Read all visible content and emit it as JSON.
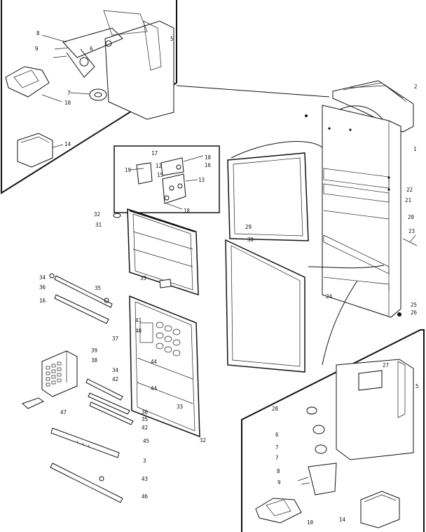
{
  "callouts": [
    {
      "id": "c8_top",
      "text": "8"
    },
    {
      "id": "c9_top",
      "text": "9"
    },
    {
      "id": "c6_top",
      "text": "6"
    },
    {
      "id": "c5_top",
      "text": "5"
    },
    {
      "id": "c7_top",
      "text": "7"
    },
    {
      "id": "c10_top",
      "text": "10"
    },
    {
      "id": "c14_top",
      "text": "14"
    },
    {
      "id": "c2",
      "text": "2"
    },
    {
      "id": "c1",
      "text": "1"
    },
    {
      "id": "c22",
      "text": "22"
    },
    {
      "id": "c21",
      "text": "21"
    },
    {
      "id": "c20",
      "text": "20"
    },
    {
      "id": "c23",
      "text": "23"
    },
    {
      "id": "c24",
      "text": "24"
    },
    {
      "id": "c25",
      "text": "25"
    },
    {
      "id": "c26",
      "text": "26"
    },
    {
      "id": "c17",
      "text": "17"
    },
    {
      "id": "c12",
      "text": "12"
    },
    {
      "id": "c18",
      "text": "18"
    },
    {
      "id": "c19",
      "text": "19"
    },
    {
      "id": "c15",
      "text": "15"
    },
    {
      "id": "c16",
      "text": "16"
    },
    {
      "id": "c13",
      "text": "13"
    },
    {
      "id": "c18b",
      "text": "18"
    },
    {
      "id": "c29",
      "text": "29"
    },
    {
      "id": "c30",
      "text": "30"
    },
    {
      "id": "c32a",
      "text": "32"
    },
    {
      "id": "c31",
      "text": "31"
    },
    {
      "id": "c33a",
      "text": "33"
    },
    {
      "id": "c34a",
      "text": "34"
    },
    {
      "id": "c36a",
      "text": "36"
    },
    {
      "id": "c16b",
      "text": "16"
    },
    {
      "id": "c35a",
      "text": "35"
    },
    {
      "id": "c37",
      "text": "37"
    },
    {
      "id": "c41",
      "text": "41"
    },
    {
      "id": "c40",
      "text": "40"
    },
    {
      "id": "c39",
      "text": "39"
    },
    {
      "id": "c38",
      "text": "38"
    },
    {
      "id": "c34b",
      "text": "34"
    },
    {
      "id": "c42a",
      "text": "42"
    },
    {
      "id": "c44a",
      "text": "44"
    },
    {
      "id": "c44b",
      "text": "44"
    },
    {
      "id": "c36b",
      "text": "36"
    },
    {
      "id": "c33b",
      "text": "33"
    },
    {
      "id": "c35b",
      "text": "35"
    },
    {
      "id": "c42b",
      "text": "42"
    },
    {
      "id": "c47",
      "text": "47"
    },
    {
      "id": "c45a",
      "text": "45"
    },
    {
      "id": "c32b",
      "text": "32"
    },
    {
      "id": "c3",
      "text": "3"
    },
    {
      "id": "c43",
      "text": "43"
    },
    {
      "id": "c46",
      "text": "46"
    },
    {
      "id": "c27",
      "text": "27"
    },
    {
      "id": "c5_bot",
      "text": "5"
    },
    {
      "id": "c28",
      "text": "28"
    },
    {
      "id": "c6_bot",
      "text": "6"
    },
    {
      "id": "c7a_bot",
      "text": "7"
    },
    {
      "id": "c7b_bot",
      "text": "7"
    },
    {
      "id": "c8_bot",
      "text": "8"
    },
    {
      "id": "c9_bot",
      "text": "9"
    },
    {
      "id": "c10_bot",
      "text": "10"
    },
    {
      "id": "c14_bot",
      "text": "14"
    }
  ]
}
